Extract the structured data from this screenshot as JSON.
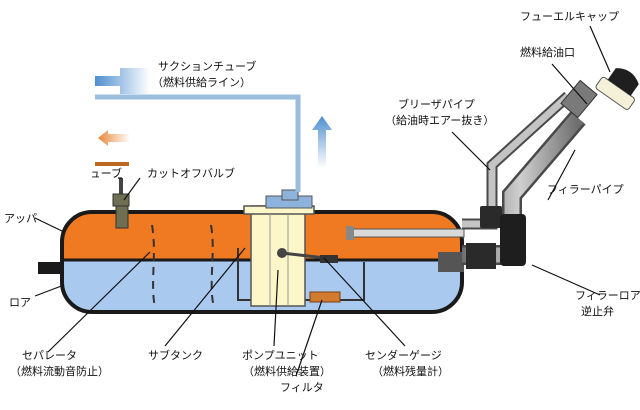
{
  "labels": {
    "fuel_cap": "フューエルキャップ",
    "filler_mouth": "燃料給油口",
    "suction_tube": "サクションチューブ",
    "suction_tube_sub": "（燃料供給ライン）",
    "breather_pipe": "ブリーザパイプ",
    "breather_pipe_sub": "（給油時エアー抜き）",
    "filler_pipe": "フィラーパイプ",
    "tube": "チューブ",
    "cut_off_valve": "カットオフバルブ",
    "upper": "アッパ",
    "lower": "ロア",
    "filler_lower": "フィラーロア",
    "check_valve": "逆止弁",
    "separator": "セパレータ",
    "separator_sub": "（燃料流動音防止）",
    "sub_tank": "サブタンク",
    "pump_unit": "ポンプユニット",
    "pump_unit_sub": "（燃料供給装置）",
    "filter": "フィルタ",
    "sender_gauge": "センダーゲージ",
    "sender_gauge_sub": "（燃料残量計）"
  },
  "colors": {
    "fuel_orange": "#f07a22",
    "liquid_blue": "#a9c9ee",
    "tank_outline": "#1a1a1a",
    "pipe_gray": "#9a9a9a",
    "pump_yellow": "#fdf6c8",
    "arrow_blue": "#4f8fd0",
    "arrow_orange": "#e9863a"
  }
}
